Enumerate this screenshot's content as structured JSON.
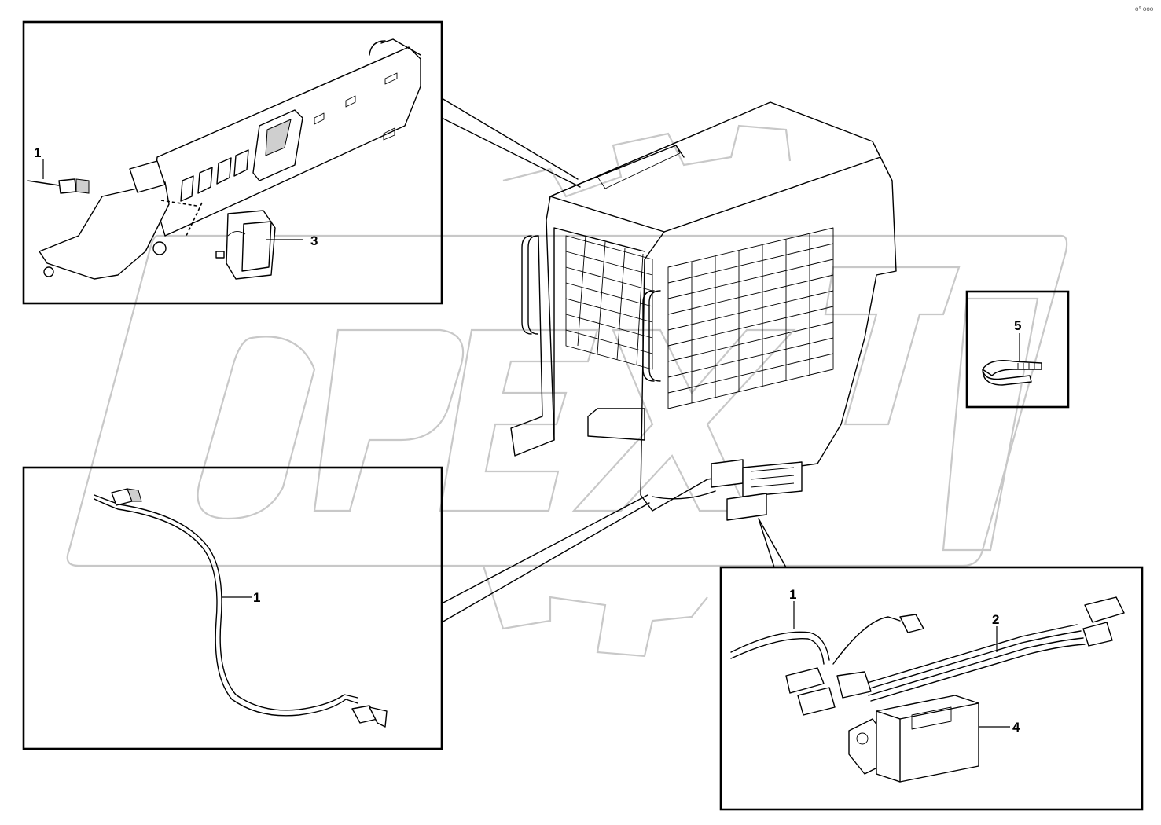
{
  "corner_mark": "o° ooo",
  "watermark": {
    "text": "OPEX"
  },
  "callouts": {
    "top_left_part1": "1",
    "top_left_part3": "3",
    "bottom_left_part1": "1",
    "right_part5": "5",
    "bottom_right_part1": "1",
    "bottom_right_part2": "2",
    "bottom_right_part4": "4"
  }
}
